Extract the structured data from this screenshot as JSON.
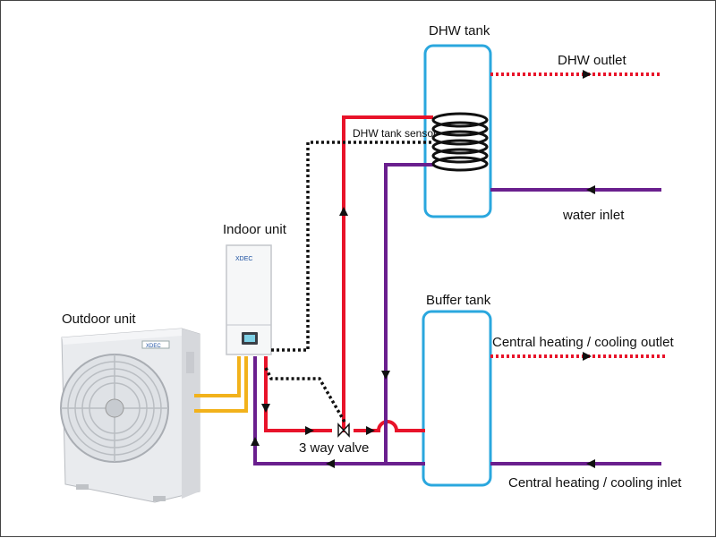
{
  "labels": {
    "dhw_tank": "DHW tank",
    "dhw_outlet": "DHW outlet",
    "dhw_tank_sensor": "DHW tank sensor",
    "water_inlet": "water inlet",
    "indoor_unit": "Indoor unit",
    "outdoor_unit": "Outdoor unit",
    "buffer_tank": "Buffer tank",
    "ch_outlet": "Central heating / cooling outlet",
    "ch_inlet": "Central heating / cooling inlet",
    "three_way_valve": "3 way valve"
  },
  "brand": {
    "indoor_logo": "XDEC",
    "outdoor_logo": "XDEC"
  },
  "colors": {
    "supply": "#e8132a",
    "return": "#6a1f8e",
    "refrigerant": "#f2b21b",
    "sensor": "#111111",
    "tank_border": "#2aa7de"
  },
  "icons": [
    "fan-icon",
    "three-way-valve-icon",
    "coil-icon",
    "flow-arrow-icon"
  ]
}
